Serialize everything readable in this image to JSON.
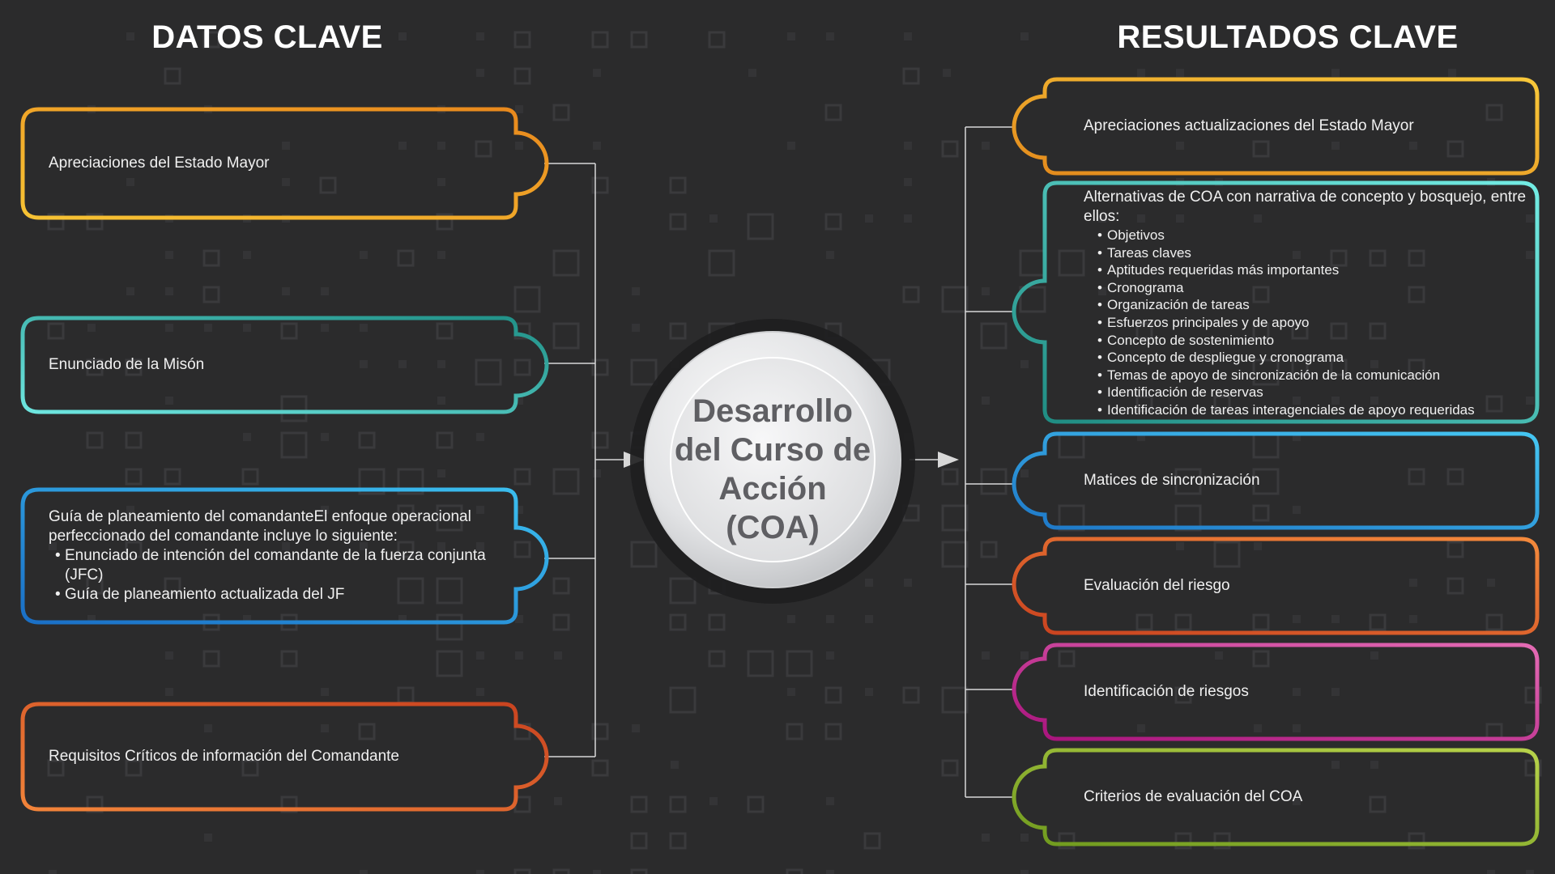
{
  "headings": {
    "left": "DATOS CLAVE",
    "right": "RESULTADOS CLAVE"
  },
  "center": {
    "title": "Desarrollo del Curso de Acción (COA)"
  },
  "inputs": [
    {
      "text": "Apreciaciones del Estado Mayor",
      "color": "#f2a227"
    },
    {
      "text": "Enunciado de la Misón",
      "color": "#2fb7ad"
    },
    {
      "text": "Guía de planeamiento del comandanteEl enfoque operacional perfeccionado del comandante incluye  lo siguiente:",
      "bullets": [
        "Enunciado de intención del comandante de la fuerza conjunta (JFC)",
        "Guía de planeamiento actualizada del JF"
      ],
      "color": "#2ba3e0"
    },
    {
      "text": "Requisitos Críticos de información del Comandante",
      "color": "#e5622e"
    }
  ],
  "outputs": [
    {
      "text": "Apreciaciones actualizaciones del Estado Mayor",
      "color": "#f2a227"
    },
    {
      "text": "Alternativas de COA  con narrativa de concepto y bosquejo, entre ellos:",
      "bullets": [
        "Objetivos",
        "Tareas claves",
        "Aptitudes requeridas más importantes",
        "Cronograma",
        "Organización de tareas",
        "Esfuerzos principales y de apoyo",
        "Concepto de sostenimiento",
        "Concepto de despliegue y cronograma",
        "Temas de apoyo de sincronización de la comunicación",
        "Identificación de reservas",
        "Identificación de tareas interagenciales de apoyo requeridas"
      ],
      "color": "#2fb7ad"
    },
    {
      "text": "Matices de sincronización",
      "color": "#2ba3e0"
    },
    {
      "text": "Evaluación del riesgo",
      "color": "#e5622e"
    },
    {
      "text": "Identificación de riesgos",
      "color": "#c8208a"
    },
    {
      "text": "Criterios de evaluación del COA",
      "color": "#8fb12e"
    }
  ]
}
